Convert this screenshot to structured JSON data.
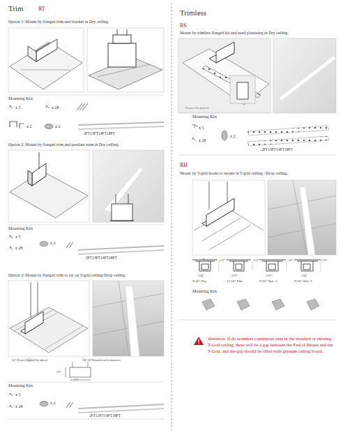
{
  "diagram": {
    "labels": [
      "Trim",
      "RT",
      "Option 1: Mount by flanged trim and bracket in Dry ceiling.",
      "Mounting Kits",
      "x 5",
      "x 28",
      "x 2",
      "x 2",
      "2FT13FT14FT18FT",
      "Option 2: Mount by flanged trim and pendant stem in Dry ceiling.",
      "Mounting Kits",
      "x 5",
      "x 28",
      "x 2",
      "2FT13FT14FT18FT",
      "Option 3: Mount by flanged trim to lay on T-grid ceiling/Drop ceiling.",
      "1/4\"-20 nut (Supplied by others)",
      "1/4\"-20 Threaded rod to structures",
      "1.97",
      "3.7\"",
      "Mounting Kits",
      "x 5",
      "x 28",
      "x 2",
      "2FT13FT14FT18FT",
      "Trimless",
      "RS",
      "Mount by trimless flanged kit and need plastering in Dry ceiling.",
      "Plaster Required",
      "Mounting Kits",
      "x 5",
      "x 28",
      "x 2",
      "2FT13FT14FT18FT",
      "RH",
      "Mount by T-grid hooks to secure in T-grid ceiling / Drop ceiling.",
      "1.52\"",
      "2.84\"",
      "9/16\" Flat",
      "1.52\"",
      "3.22\"",
      "15/16\" Flat",
      "1.47\"",
      "2.91\"",
      "9/16\" Slot -1",
      "3.76\"",
      "2.84\"",
      "9/16\" Slot -2",
      "Mounting Kits",
      "Attention: If do seamless continuous runs in the standard or existing T-Grid ceiling, there will be a gap between the End of fixture and the T-Grid, and the gap should be filled with gypsum ceiling board."
    ]
  }
}
